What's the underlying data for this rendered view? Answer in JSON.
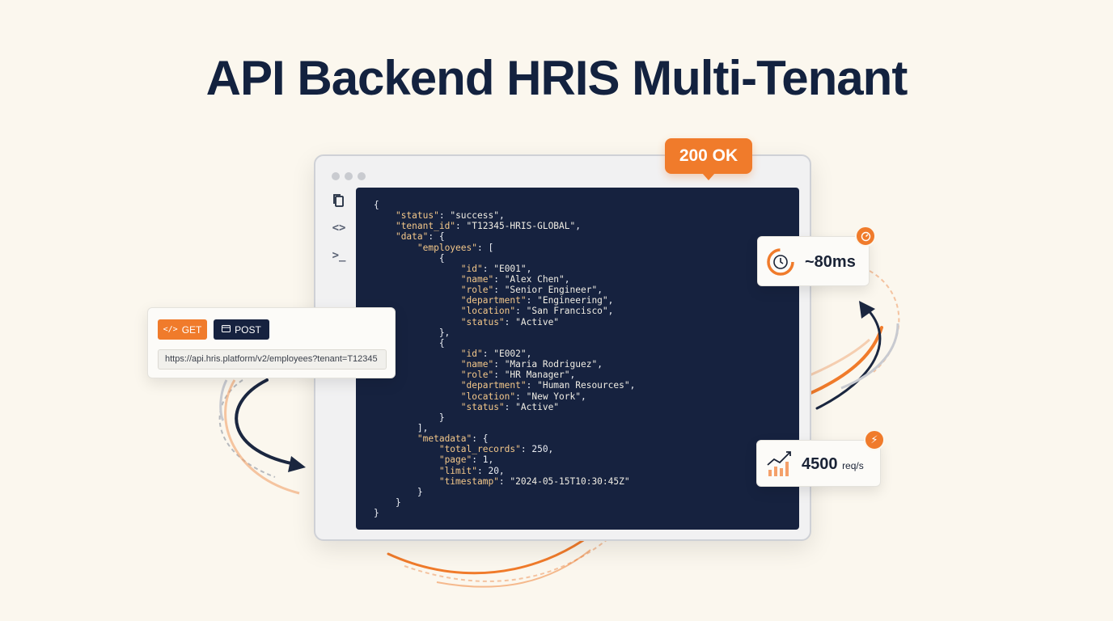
{
  "title": "API Backend HRIS Multi-Tenant",
  "status_badge": "200 OK",
  "request": {
    "get_label": "GET",
    "post_label": "POST",
    "url": "https://api.hris.platform/v2/employees?tenant=T12345"
  },
  "metrics": {
    "latency": "~80ms",
    "throughput_value": "4500",
    "throughput_unit": "req/s"
  },
  "sidebar_icons": [
    "copy-icon",
    "code-brackets-icon",
    "terminal-icon"
  ],
  "code_lines": [
    "{",
    "    \"status\": \"success\",",
    "    \"tenant_id\": \"T12345-HRIS-GLOBAL\",",
    "    \"data\": {",
    "        \"employees\": [",
    "            {",
    "                \"id\": \"E001\",",
    "                \"name\": \"Alex Chen\",",
    "                \"role\": \"Senior Engineer\",",
    "                \"department\": \"Engineering\",",
    "                \"location\": \"San Francisco\",",
    "                \"status\": \"Active\"",
    "            },",
    "            {",
    "                \"id\": \"E002\",",
    "                \"name\": \"Maria Rodriguez\",",
    "                \"role\": \"HR Manager\",",
    "                \"department\": \"Human Resources\",",
    "                \"location\": \"New York\",",
    "                \"status\": \"Active\"",
    "            }",
    "        ],",
    "        \"metadata\": {",
    "            \"total_records\": 250,",
    "            \"page\": 1,",
    "            \"limit\": 20,",
    "            \"timestamp\": \"2024-05-15T10:30:45Z\"",
    "        }",
    "    }",
    "}"
  ],
  "colors": {
    "accent": "#f07b2b",
    "navy": "#16223f",
    "background": "#fbf7ee"
  }
}
